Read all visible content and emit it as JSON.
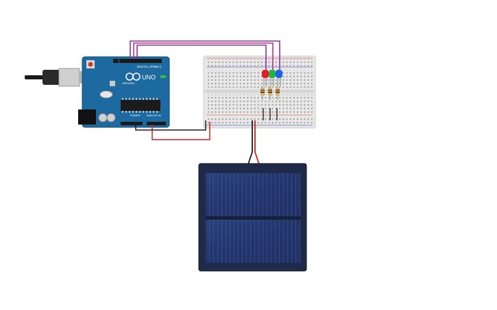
{
  "circuit": {
    "arduino": {
      "brand": "ARDUINO",
      "model": "UNO",
      "digital_header_label": "DIGITAL (PWM~)",
      "power_label": "POWER",
      "analog_label": "ANALOG IN"
    },
    "leds": [
      {
        "color_name": "red",
        "hex": "#e02020"
      },
      {
        "color_name": "green",
        "hex": "#22b24c"
      },
      {
        "color_name": "blue",
        "hex": "#2060e0"
      }
    ],
    "wire_colors": {
      "signal": "#8e2fa8",
      "signal_alt": "#c0308a",
      "power": "#d01e1e",
      "ground": "#1a1a1a"
    },
    "board_color": "#1d6aa0",
    "breadboard_color": "#e8e8e8",
    "solar_panel_color": "#1f2a4a"
  }
}
